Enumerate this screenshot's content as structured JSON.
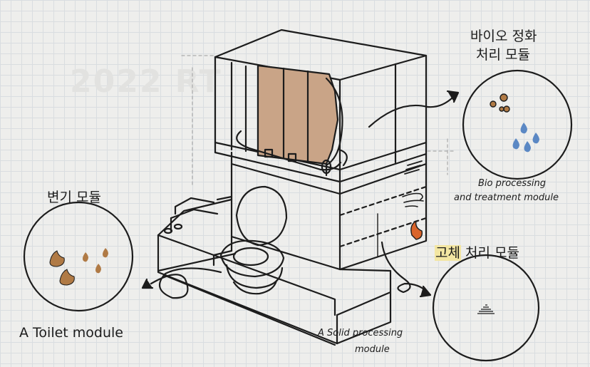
{
  "watermark": "2022 RT",
  "modules": {
    "bio": {
      "ko_line1": "바이오 정화",
      "ko_line2": "처리 모듈",
      "en_line1": "Bio processing",
      "en_line2": "and treatment module"
    },
    "toilet": {
      "ko": "변기 모듈",
      "en": "A Toilet module"
    },
    "solid": {
      "ko_prefix": "고체",
      "ko_suffix": " 처리 모듈",
      "en_line1": "A Solid processing",
      "en_line2": "module"
    }
  },
  "colors": {
    "ink": "#1c1c1c",
    "fill_brown": "#c9a487",
    "waste_brown": "#b07a45",
    "water_blue": "#5b88c4",
    "highlight": "#f3e6a2",
    "accent_orange": "#d9642b"
  },
  "icons": [
    "poop-icon",
    "water-drop-icon",
    "bacteria-icon",
    "wind-icon",
    "fire-icon",
    "vent-icon",
    "pile-icon"
  ]
}
